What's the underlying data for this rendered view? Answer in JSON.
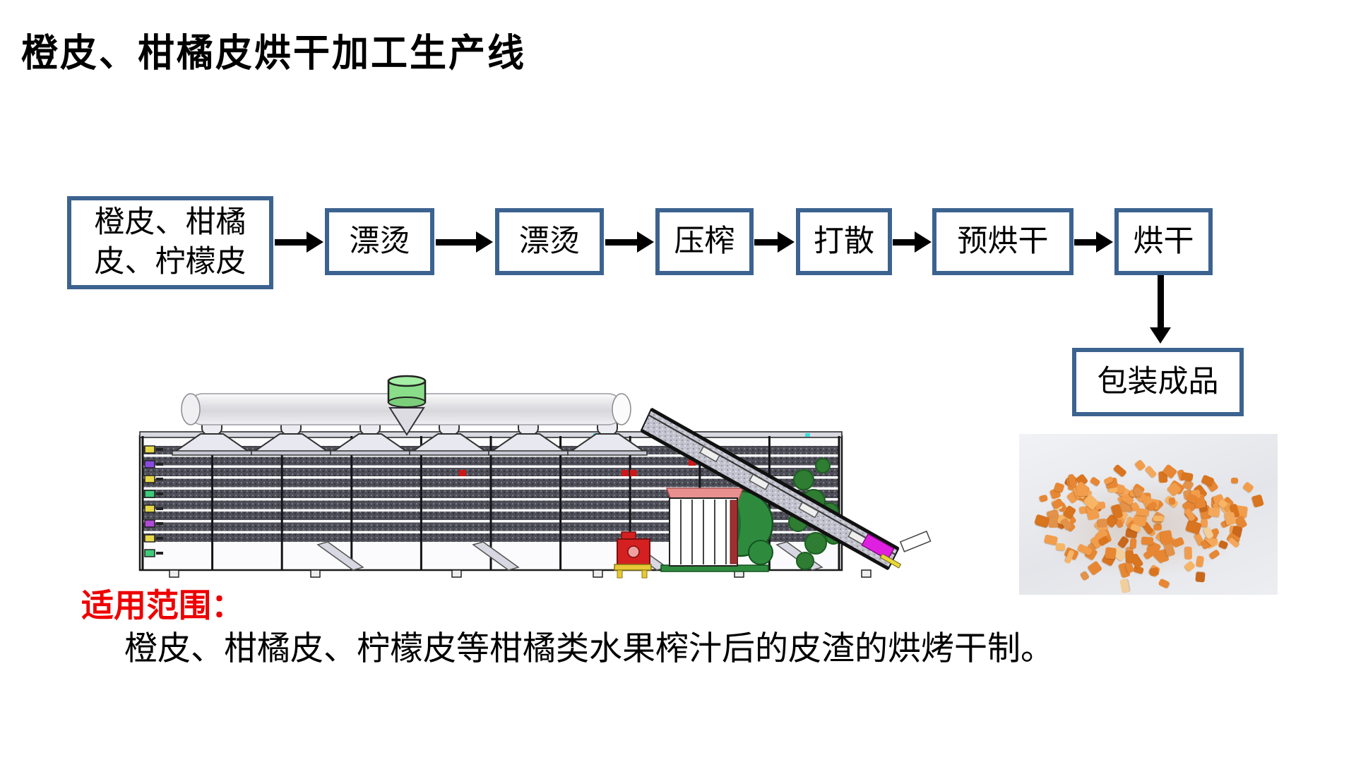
{
  "slide": {
    "title": "橙皮、柑橘皮烘干加工生产线"
  },
  "flowchart": {
    "nodes": [
      {
        "label": "橙皮、柑橘\n皮、柠檬皮"
      },
      {
        "label": "漂烫"
      },
      {
        "label": "漂烫"
      },
      {
        "label": "压榨"
      },
      {
        "label": "打散"
      },
      {
        "label": "预烘干"
      },
      {
        "label": "烘干"
      },
      {
        "label": "包装成品"
      }
    ]
  },
  "application": {
    "heading": "适用范围：",
    "body": "橙皮、柑橘皮、柠檬皮等柑橘类水果榨汁后的皮渣的烘烤干制。"
  },
  "colors": {
    "box_border": "#3c6390",
    "arrow": "#000000",
    "heading_red": "#ee0000",
    "hopper_green": "#8ade8a",
    "fan_green": "#2e8b3e",
    "peel_palette": [
      "#e78733",
      "#f29d4b",
      "#d9741f",
      "#f7b566",
      "#e2924a",
      "#c9671a",
      "#f4a85c",
      "#f2cf9a"
    ]
  }
}
